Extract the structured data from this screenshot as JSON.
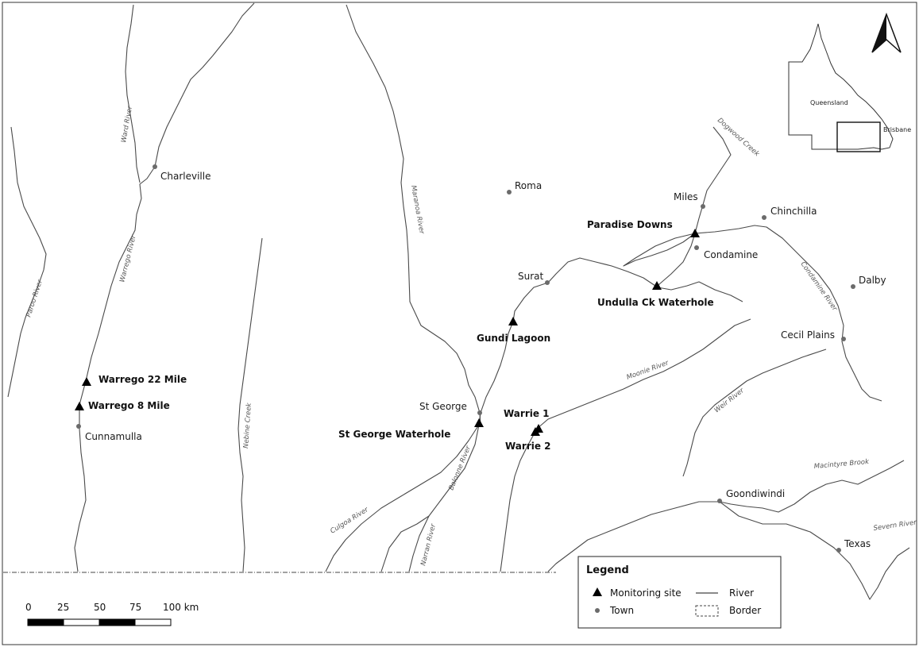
{
  "rivers": [
    {
      "id": "paroo",
      "label": "Paroo River"
    },
    {
      "id": "ward",
      "label": "Ward River"
    },
    {
      "id": "warrego",
      "label": "Warrego River"
    },
    {
      "id": "nebine",
      "label": "Nebine Creek"
    },
    {
      "id": "maranoa",
      "label": "Maranoa River"
    },
    {
      "id": "dogwood",
      "label": "Dogwood Creek"
    },
    {
      "id": "condamine",
      "label": "Condamine River"
    },
    {
      "id": "moonie",
      "label": "Moonie River"
    },
    {
      "id": "weir",
      "label": "Weir River"
    },
    {
      "id": "macintyre",
      "label": "Macintyre Brook"
    },
    {
      "id": "severn",
      "label": "Severn River"
    },
    {
      "id": "culgoa",
      "label": "Culgoa River"
    },
    {
      "id": "balonne",
      "label": "Balonne River"
    },
    {
      "id": "narran",
      "label": "Narran River"
    }
  ],
  "towns": [
    {
      "id": "charleville",
      "label": "Charleville"
    },
    {
      "id": "roma",
      "label": "Roma"
    },
    {
      "id": "miles",
      "label": "Miles"
    },
    {
      "id": "chinchilla",
      "label": "Chinchilla"
    },
    {
      "id": "condamine",
      "label": "Condamine"
    },
    {
      "id": "surat",
      "label": "Surat"
    },
    {
      "id": "dalby",
      "label": "Dalby"
    },
    {
      "id": "cecil-plains",
      "label": "Cecil Plains"
    },
    {
      "id": "st-george",
      "label": "St George"
    },
    {
      "id": "cunnamulla",
      "label": "Cunnamulla"
    },
    {
      "id": "goondiwindi",
      "label": "Goondiwindi"
    },
    {
      "id": "texas",
      "label": "Texas"
    }
  ],
  "sites": [
    {
      "id": "paradise-downs",
      "label": "Paradise Downs"
    },
    {
      "id": "undulla",
      "label": "Undulla Ck Waterhole"
    },
    {
      "id": "gundi",
      "label": "Gundi Lagoon"
    },
    {
      "id": "warrego-22",
      "label": "Warrego 22 Mile"
    },
    {
      "id": "warrego-8",
      "label": "Warrego 8 Mile"
    },
    {
      "id": "st-george-wh",
      "label": "St George Waterhole"
    },
    {
      "id": "warrie-1",
      "label": "Warrie 1"
    },
    {
      "id": "warrie-2",
      "label": "Warrie 2"
    }
  ],
  "inset": {
    "state_label": "Queensland",
    "city_label": "Brisbane"
  },
  "scale": {
    "ticks": [
      "0",
      "25",
      "50",
      "75",
      "100 km"
    ]
  },
  "legend": {
    "title": "Legend",
    "monitoring_site": "Monitoring site",
    "town": "Town",
    "river": "River",
    "border": "Border"
  },
  "colors": {
    "river": "#4a4a4a",
    "town": "#6b6b6b",
    "site": "#000000"
  },
  "north_arrow": "north-arrow-icon"
}
